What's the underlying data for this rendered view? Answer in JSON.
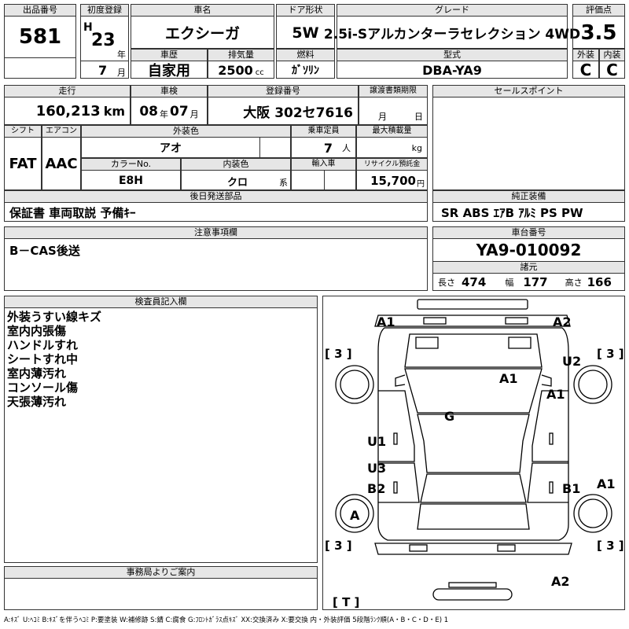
{
  "lot": {
    "header": "出品番号",
    "value": "581"
  },
  "first_reg": {
    "header": "初度登録",
    "era": "H",
    "year": "23",
    "year_unit": "年",
    "month": "7",
    "month_unit": "月"
  },
  "car_name": {
    "header": "車名",
    "value": "エクシーガ"
  },
  "door": {
    "header": "ドア形状",
    "value": "5W"
  },
  "grade": {
    "header": "グレード",
    "value": "2.5i-Sアルカンターラセレクション 4WD"
  },
  "score": {
    "header": "評価点",
    "value": "3.5"
  },
  "history": {
    "header": "車歴",
    "value": "自家用"
  },
  "displacement": {
    "header": "排気量",
    "value": "2500",
    "unit": "cc"
  },
  "fuel": {
    "header": "燃料",
    "value": "ｶﾞｿﾘﾝ"
  },
  "model_code": {
    "header": "型式",
    "value": "DBA-YA9"
  },
  "exterior_grade": {
    "header": "外装",
    "value": "C"
  },
  "interior_grade": {
    "header": "内装",
    "value": "C"
  },
  "mileage": {
    "header": "走行",
    "value": "160,213",
    "unit": "km"
  },
  "inspection": {
    "header": "車検",
    "year": "08",
    "year_unit": "年",
    "month": "07",
    "month_unit": "月"
  },
  "plate": {
    "header": "登録番号",
    "value": "大阪 302セ7616"
  },
  "transfer_docs": {
    "header": "譲渡書類期限",
    "month_unit": "月",
    "day_unit": "日"
  },
  "sales_points": {
    "header": "セールスポイント"
  },
  "shift": {
    "header": "シフト",
    "value": "FAT"
  },
  "aircon": {
    "header": "エアコン",
    "value": "AAC"
  },
  "ext_color": {
    "header": "外装色",
    "value": "アオ"
  },
  "capacity": {
    "header": "乗車定員",
    "value": "7",
    "unit": "人"
  },
  "max_load": {
    "header": "最大積載量",
    "unit": "kg"
  },
  "color_no": {
    "header": "カラーNo.",
    "value": "E8H"
  },
  "int_color": {
    "header": "内装色",
    "value": "クロ",
    "unit": "系"
  },
  "import": {
    "header": "輸入車"
  },
  "recycle": {
    "header": "リサイクル預託金",
    "value": "15,700",
    "unit": "円"
  },
  "later_parts": {
    "header": "後日発送部品",
    "value": "保証書 車両取説 予備ｷｰ"
  },
  "equipment": {
    "header": "純正装備",
    "value": "SR ABS ｴｱB ｱﾙﾐ PS PW"
  },
  "caution": {
    "header": "注意事項欄",
    "value": "B－CAS後送"
  },
  "chassis": {
    "header": "車台番号",
    "value": "YA9-010092"
  },
  "specs": {
    "header": "諸元",
    "length_label": "長さ",
    "length": "474",
    "width_label": "幅",
    "width": "177",
    "height_label": "高さ",
    "height": "166"
  },
  "inspector": {
    "header": "検査員記入欄",
    "lines": [
      "外装うすい線キズ",
      "室内内張傷",
      "ハンドルすれ",
      "シートすれ中",
      "室内薄汚れ",
      "コンソール傷",
      "天張薄汚れ"
    ]
  },
  "office": {
    "header": "事務局よりご案内"
  },
  "diagram": {
    "marks": [
      "A1",
      "A2",
      "U2",
      "A1",
      "A1",
      "G",
      "U1",
      "U3",
      "B2",
      "B1",
      "A1",
      "A",
      "A2"
    ],
    "tire_labels": [
      "[ 3 ]",
      "[ 3 ]",
      "[ 3 ]",
      "[ 3 ]",
      "[ T ]"
    ]
  },
  "legend": "A:ｷｽﾞ U:ﾍｺﾐ B:ｷｽﾞを伴うﾍｺﾐ P:要塗装 W:補修跡 S:錆 C:腐食 G:ﾌﾛﾝﾄｶﾞﾗｽ点ｷｽﾞ XX:交換済み X:要交換 内・外装評価 5段階ﾗﾝｸ順(A・B・C・D・E) 1"
}
